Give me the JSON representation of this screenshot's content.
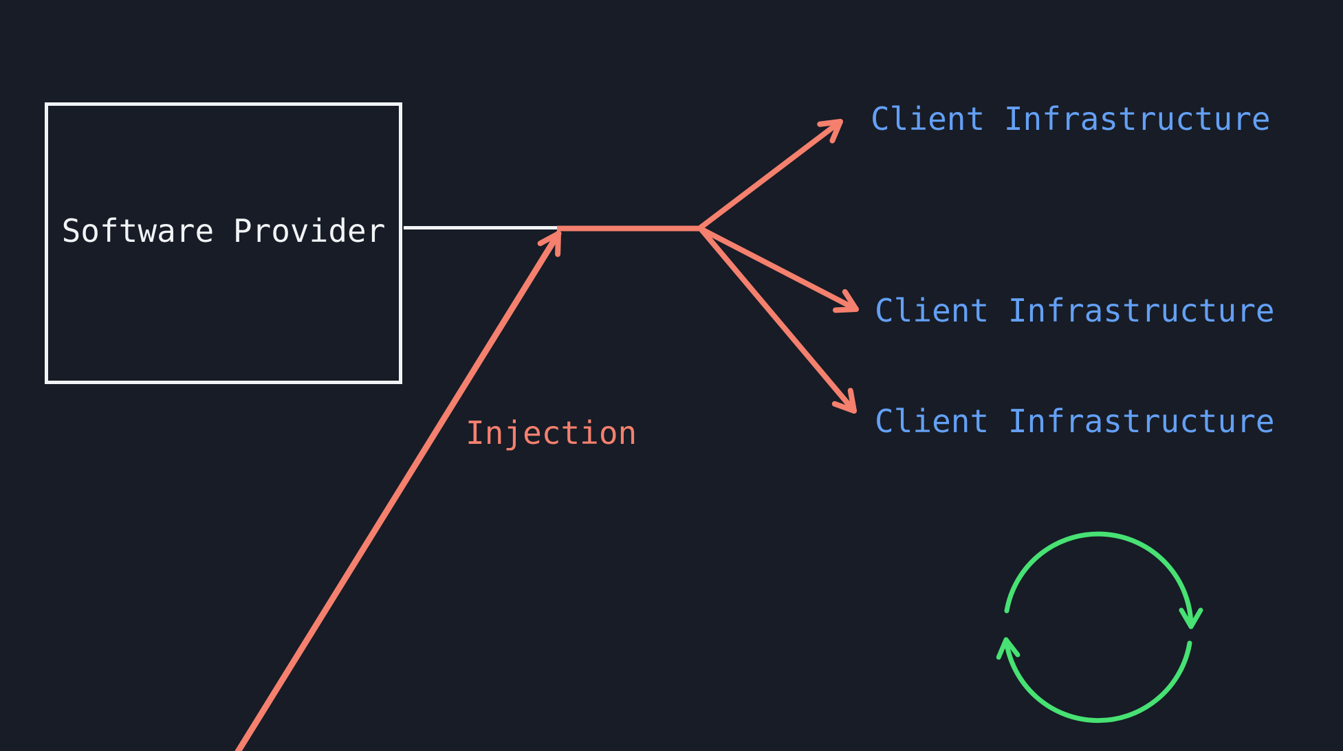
{
  "colors": {
    "background": "#171c26",
    "stroke": "#f1f3f6",
    "red": "#f5806e",
    "blue": "#64a0f5",
    "green": "#47e273"
  },
  "diagram": {
    "provider": {
      "label": "Software Provider"
    },
    "clients": [
      {
        "label": "Client Infrastructure"
      },
      {
        "label": "Client Infrastructure"
      },
      {
        "label": "Client Infrastructure"
      }
    ],
    "injection": {
      "label": "Injection"
    },
    "cycle_icon": {
      "name": "cycle-arrows-icon"
    }
  }
}
